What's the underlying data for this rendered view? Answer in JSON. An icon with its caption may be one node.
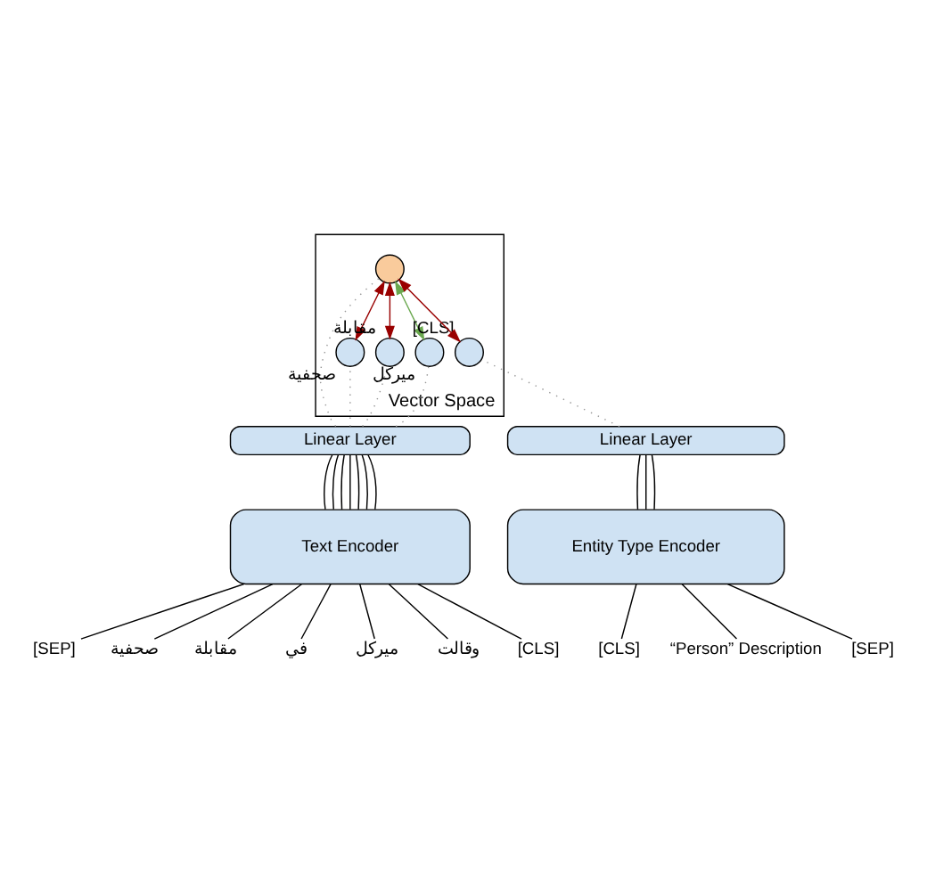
{
  "diagram": {
    "nodes": [
      {
        "text": [
          "Vector Space"
        ]
      },
      {
        "text": [],
        "shape": "circle",
        "in": 0
      },
      {
        "text": [],
        "shape": "circle",
        "in": 0,
        "beside": [
          "ميركل"
        ]
      },
      {
        "text": [],
        "shape": "circle",
        "in": 0,
        "beside": [
          "[CLS]"
        ]
      },
      {
        "text": [],
        "shape": "circle",
        "in": 0,
        "beside": [
          "صحفية"
        ]
      },
      {
        "text": [],
        "shape": "circle",
        "in": 0,
        "beside": [
          "مقابلة"
        ]
      },
      {
        "text": [
          "Linear Layer"
        ]
      },
      {
        "text": [
          "Linear Layer"
        ]
      },
      {
        "text": [
          "Text Encoder"
        ]
      },
      {
        "text": [
          "Entity Type Encoder"
        ]
      },
      {
        "text": [
          "[SEP]"
        ]
      },
      {
        "text": [
          "صحفية"
        ]
      },
      {
        "text": [
          "مقابلة"
        ]
      },
      {
        "text": [
          "في"
        ]
      },
      {
        "text": [
          "ميركل"
        ]
      },
      {
        "text": [
          "وقالت"
        ]
      },
      {
        "text": [
          "[CLS]"
        ]
      },
      {
        "text": [
          "[CLS]"
        ]
      },
      {
        "text": [
          "“Person” Description"
        ]
      },
      {
        "text": [
          "[SEP]"
        ]
      }
    ],
    "edges": [
      {
        "from": 1,
        "to": 4,
        "arrow": "both",
        "color": "#990000"
      },
      {
        "from": 1,
        "to": 5,
        "arrow": "both",
        "color": "#990000"
      },
      {
        "from": 1,
        "to": 3,
        "arrow": "both",
        "color": "#990000"
      },
      {
        "from": 2,
        "to": 1,
        "arrow": "both",
        "color": "#6aa84f"
      },
      {
        "from": 6,
        "to": 4,
        "arrow": "none",
        "style": "dashed",
        "color": "#999999"
      },
      {
        "from": 6,
        "to": 5,
        "arrow": "none",
        "style": "dashed",
        "color": "#999999"
      },
      {
        "from": 6,
        "to": 2,
        "arrow": "none",
        "style": "dashed",
        "color": "#999999"
      },
      {
        "from": 6,
        "to": 1,
        "arrow": "none",
        "style": "dashed",
        "color": "#999999"
      },
      {
        "from": 7,
        "to": 3,
        "arrow": "none",
        "style": "dashed",
        "color": "#999999"
      },
      {
        "from": 8,
        "to": 6,
        "arrow": "none"
      },
      {
        "from": 8,
        "to": 6,
        "arrow": "none"
      },
      {
        "from": 8,
        "to": 6,
        "arrow": "none"
      },
      {
        "from": 8,
        "to": 6,
        "arrow": "none"
      },
      {
        "from": 8,
        "to": 6,
        "arrow": "none"
      },
      {
        "from": 8,
        "to": 6,
        "arrow": "none"
      },
      {
        "from": 8,
        "to": 6,
        "arrow": "none"
      },
      {
        "from": 9,
        "to": 7,
        "arrow": "none"
      },
      {
        "from": 9,
        "to": 7,
        "arrow": "none"
      },
      {
        "from": 9,
        "to": 7,
        "arrow": "none"
      },
      {
        "from": 10,
        "to": 8,
        "arrow": "none"
      },
      {
        "from": 11,
        "to": 8,
        "arrow": "none"
      },
      {
        "from": 12,
        "to": 8,
        "arrow": "none"
      },
      {
        "from": 13,
        "to": 8,
        "arrow": "none"
      },
      {
        "from": 14,
        "to": 8,
        "arrow": "none"
      },
      {
        "from": 15,
        "to": 8,
        "arrow": "none"
      },
      {
        "from": 16,
        "to": 8,
        "arrow": "none"
      },
      {
        "from": 17,
        "to": 9,
        "arrow": "none"
      },
      {
        "from": 18,
        "to": 9,
        "arrow": "none"
      },
      {
        "from": 19,
        "to": 9,
        "arrow": "none"
      }
    ]
  }
}
